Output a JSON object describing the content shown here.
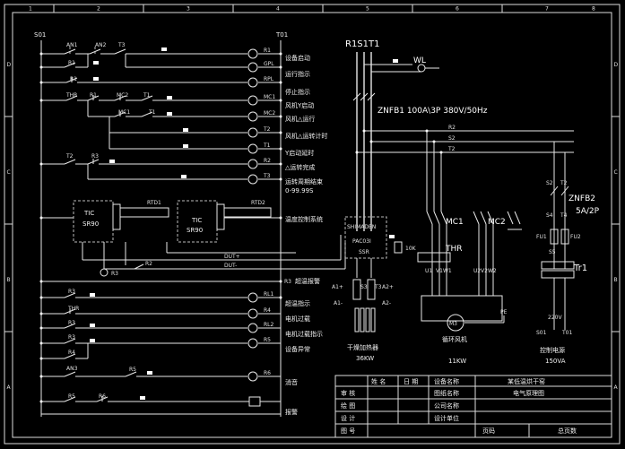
{
  "frame": {
    "row_letters": [
      "D",
      "C",
      "B",
      "A"
    ],
    "col_numbers": [
      "1",
      "2",
      "3",
      "4",
      "5",
      "6",
      "7",
      "8"
    ]
  },
  "control": {
    "bus_left": "S01",
    "bus_right": "T01",
    "contacts": [
      "AN1",
      "AN2",
      "T3",
      "R1",
      "R1",
      "THR",
      "R1",
      "MC2",
      "T1",
      "MC1",
      "T1",
      "T2",
      "R3",
      "R2",
      "R3",
      "R3",
      "THR",
      "R3",
      "R4",
      "AN3",
      "R5",
      "R5",
      "R6"
    ],
    "coils": [
      {
        "tag": "R1",
        "label": "设备启动"
      },
      {
        "tag": "GPL",
        "label": "运行指示"
      },
      {
        "tag": "RPL",
        "label": "停止指示"
      },
      {
        "tag": "MC1",
        "label": "风机Y启动"
      },
      {
        "tag": "MC2",
        "label": "风机△运行"
      },
      {
        "tag": "T2",
        "label": "风机△运转计时"
      },
      {
        "tag": "T1",
        "label": "Y启动延时"
      },
      {
        "tag": "R2",
        "label": "△运转完成"
      },
      {
        "tag": "T3",
        "label": "运转周期结束"
      },
      {
        "tag": "",
        "label": "0-99.99S"
      },
      {
        "tag": "",
        "label": "温度控制系统"
      },
      {
        "tag": "R3",
        "label": "超温报警"
      },
      {
        "tag": "RL1",
        "label": "超温指示"
      },
      {
        "tag": "R4",
        "label": "电机过载"
      },
      {
        "tag": "RL2",
        "label": "电机过载指示"
      },
      {
        "tag": "R5",
        "label": "设备异常"
      },
      {
        "tag": "R6",
        "label": "消音"
      },
      {
        "tag": "",
        "label": "报警"
      }
    ],
    "tic": [
      {
        "name": "TIC",
        "model": "SR90",
        "sensor": "RTD1"
      },
      {
        "name": "TIC",
        "model": "SR90",
        "sensor": "RTD2"
      }
    ],
    "dc_out": [
      "DUT+",
      "DUT-"
    ],
    "misc_tags": [
      "R2",
      "R3"
    ]
  },
  "power": {
    "source": "R1S1T1",
    "lamp": "WL",
    "breaker": "ZNFB1 100A\\3P 380V/50Hz",
    "phases": [
      "R2",
      "S2",
      "T2"
    ],
    "ssr": {
      "brand": "SHIMADEN",
      "model": "PAC03I",
      "type": "SSR"
    },
    "resistor": "10K",
    "heater_terms": [
      "A1+",
      "A1-",
      "S3",
      "T3",
      "A2+",
      "A2-"
    ],
    "heater_label": "干燥加热器",
    "heater_power": "36KW",
    "contactors": [
      "MC1",
      "MC2"
    ],
    "thr": "THR",
    "motor_terms": [
      "U1",
      "V1",
      "W1",
      "U2",
      "V2",
      "W2"
    ],
    "motor": "M3",
    "motor_label": "循环风机",
    "motor_power": "11KW",
    "pe": "PE",
    "breaker2": {
      "name": "ZNFB2",
      "rating": "5A/2P"
    },
    "breaker2_terms": [
      "S2",
      "T2",
      "S4",
      "T4",
      "S5"
    ],
    "fuses": [
      "FU1",
      "FU2"
    ],
    "transformer": "Tr1",
    "voltage": "220V",
    "out_terms": [
      "S01",
      "T01"
    ],
    "psu_label": "控制电源",
    "psu_power": "150VA"
  },
  "title_block": {
    "col_name": "姓 名",
    "col_date": "日 期",
    "review": "审 核",
    "draw": "绘 图",
    "design": "设 计",
    "sheet_no": "图 号",
    "equip_label": "设备名称",
    "equip_name": "某低温烘干窑",
    "drawing_label": "图纸名称",
    "drawing_name": "电气原理图",
    "company_label": "公司名称",
    "design_unit_label": "设计单位",
    "page_label": "页码",
    "total_label": "总页数"
  }
}
